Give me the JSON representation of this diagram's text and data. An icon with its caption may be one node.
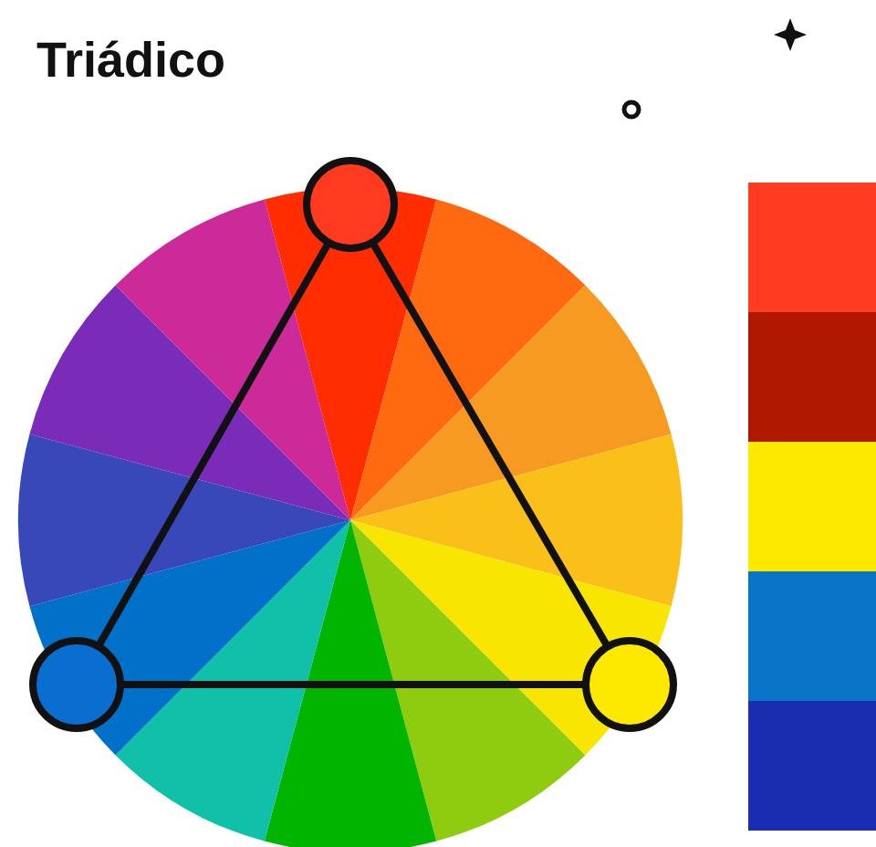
{
  "diagram": {
    "title": "Triádico",
    "nodes": [
      {
        "text": [],
        "shape": "circle"
      },
      {
        "text": [],
        "shape": "circle"
      },
      {
        "text": [],
        "shape": "circle"
      }
    ],
    "edges": [
      {
        "from": 0,
        "to": 1,
        "arrow": "none"
      },
      {
        "from": 1,
        "to": 2,
        "arrow": "none"
      },
      {
        "from": 2,
        "to": 0,
        "arrow": "none"
      }
    ]
  }
}
